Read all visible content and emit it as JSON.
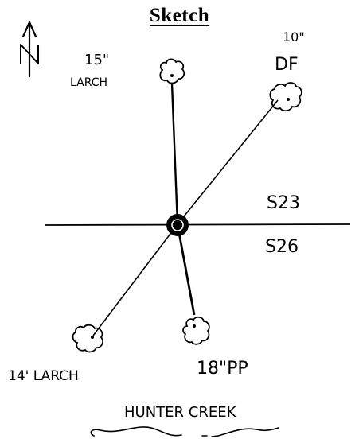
{
  "title": "Sketch",
  "north_label": "N",
  "trees": {
    "nw": {
      "size": "15\"",
      "species": "LARCH"
    },
    "ne": {
      "size": "10\"",
      "species": "DF"
    },
    "sw": {
      "label": "14' LARCH"
    },
    "s": {
      "label": "18\"PP"
    }
  },
  "sections": {
    "upper": "S23",
    "lower": "S26"
  },
  "creek": {
    "label": "HUNTER CREEK"
  },
  "colors": {
    "ink": "#000000",
    "background": "#ffffff"
  }
}
